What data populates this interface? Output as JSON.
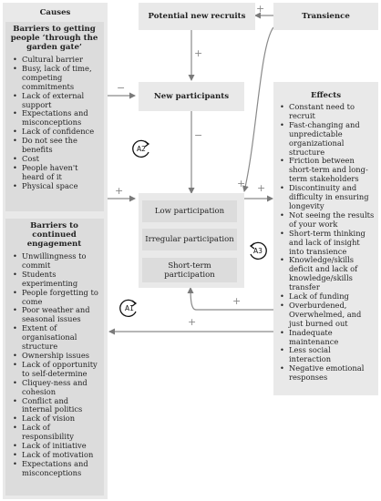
{
  "causes": {
    "heading": "Causes",
    "barriers_entry": {
      "title": "Barriers to getting people ‘through the garden gate’",
      "items": [
        "Cultural barrier",
        "Busy, lack of time, competing commitments",
        "Lack of external support",
        "Expectations and misconceptions",
        "Lack of confidence",
        "Do not see the benefits",
        "Cost",
        "People haven't heard of it",
        "Physical space"
      ]
    },
    "barriers_engagement": {
      "title": "Barriers to continued engagement",
      "items": [
        "Unwillingness to commit",
        "Students experimenting",
        "People forgetting to come",
        "Poor weather and seasonal issues",
        "Extent of organisational structure",
        "Ownership issues",
        "Lack of opportunity to self-determine",
        "Cliquey-ness and cohesion",
        "Conflict and internal politics",
        "Lack of vision",
        "Lack of responsibility",
        "Lack of initiative",
        "Lack of motivation",
        "Expectations and misconceptions"
      ]
    }
  },
  "nodes": {
    "recruits": "Potential new recruits",
    "transience": "Transience",
    "new_participants": "New participants",
    "low": "Low participation",
    "irregular": "Irregular participation",
    "short_term": "Short-term participation"
  },
  "effects": {
    "heading": "Effects",
    "items": [
      "Constant need to recruit",
      "Fast-changing and unpredictable organizational structure",
      "Friction between short-term and long-term stakeholders",
      "Discontinuity and difficulty in ensuring longevity",
      "Not seeing the results of your work",
      "Short-term thinking and lack of insight into transience",
      "Knowledge/skills deficit and lack of knowledge/skills transfer",
      "Lack of funding",
      "Overburdened, Overwhelmed, and just burned out",
      "Inadequate maintenance",
      "Less social interaction",
      "Negative emotional responses"
    ]
  },
  "loops": {
    "a1": "A1",
    "a2": "A2",
    "a3": "A3"
  },
  "signs": {
    "plus": "+",
    "minus": "−"
  }
}
